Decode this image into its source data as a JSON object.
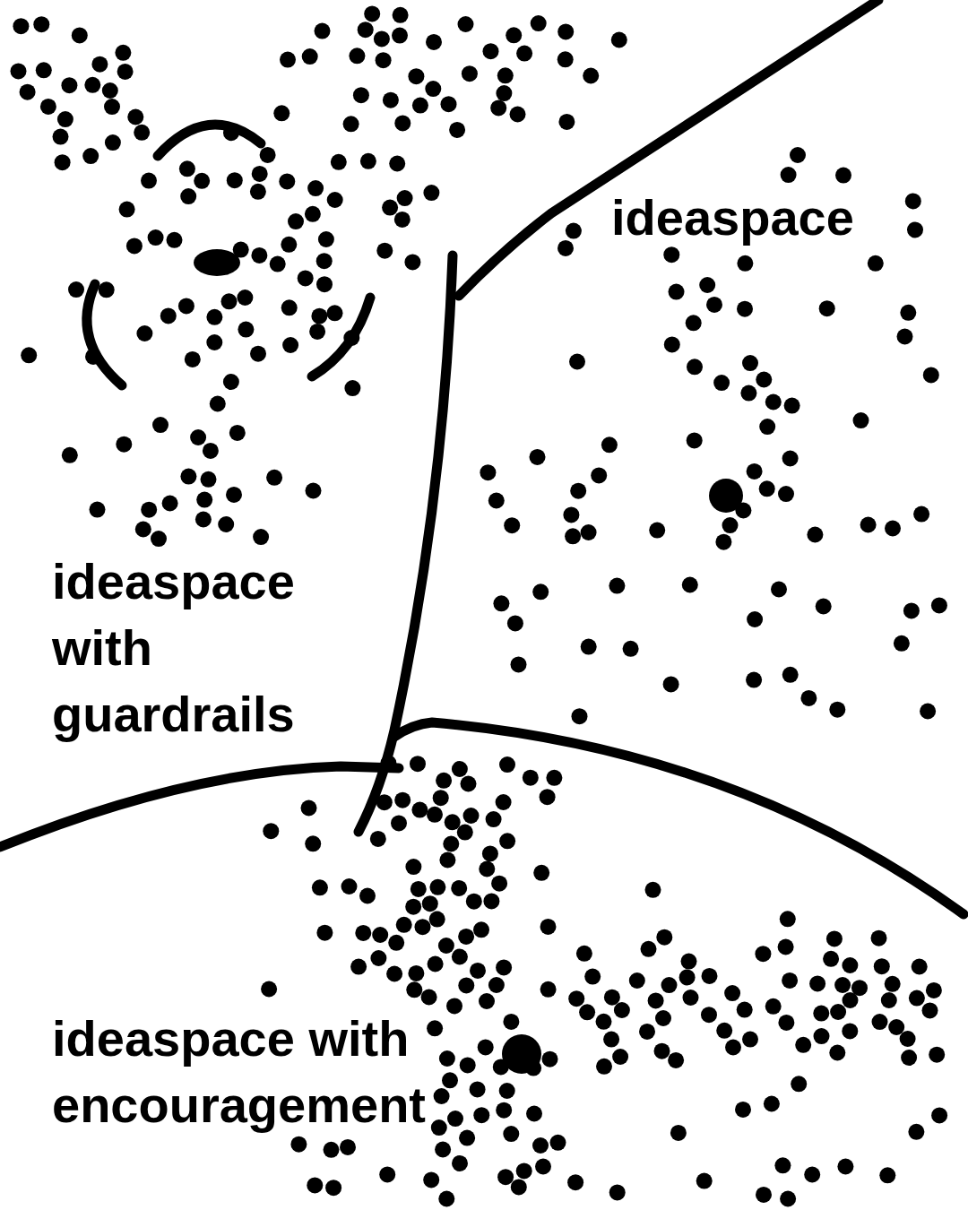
{
  "diagram": {
    "labels": [
      "ideaspace",
      "ideaspace with guardrails",
      "ideaspace with encouragement"
    ]
  }
}
